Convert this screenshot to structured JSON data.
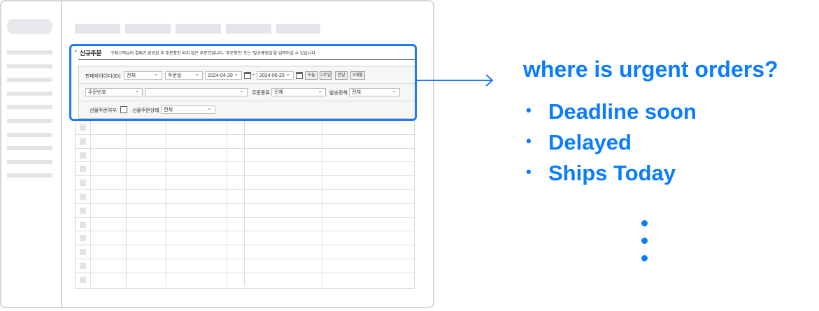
{
  "panel": {
    "title": "신규주문",
    "description": "구매고객님의 결제가 완료된 후 주문확인 되지 않은 주문건입니다. '주문확인' 또는 '발송예정일'을 입력하실 수 있습니다.",
    "seller_id_label": "판매자아이디(ID)",
    "seller_id_value": "전체",
    "date_type": "주문일",
    "date_from": "2024-04-20",
    "date_sep": "~",
    "date_to": "2024-05-20",
    "buttons": [
      "오늘",
      "1주일",
      "한달",
      "3개월"
    ],
    "search_field": "주문번호",
    "search_value": "",
    "order_type_label": "주문종류",
    "order_type_value": "전체",
    "shipping_policy_label": "발송정책",
    "shipping_policy_value": "전체",
    "gift_order_label": "선물주문여부",
    "gift_status_label": "선물주문상태",
    "gift_status_value": "전체"
  },
  "table": {
    "row_count": 12
  },
  "sidebar": {
    "line_count": 10
  },
  "callout": {
    "question": "where is urgent orders?",
    "bullets": [
      "Deadline soon",
      "Delayed",
      "Ships Today"
    ],
    "bullet_char": "•"
  },
  "colors": {
    "accent": "#0a7cff",
    "highlight_border": "#1e7bf5"
  }
}
